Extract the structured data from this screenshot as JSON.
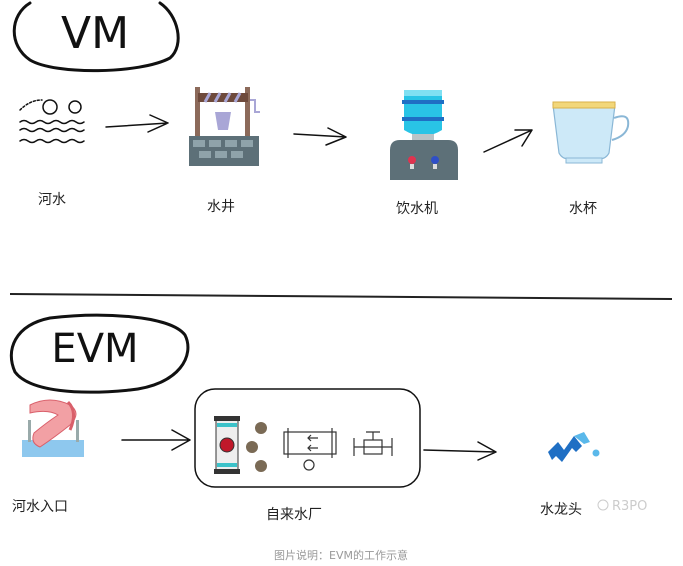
{
  "vm_section": {
    "title": "VM",
    "steps": [
      {
        "label": "河水",
        "icon": "wind-water-icon"
      },
      {
        "label": "水井",
        "icon": "water-well-icon"
      },
      {
        "label": "饮水机",
        "icon": "water-dispenser-icon"
      },
      {
        "label": "水杯",
        "icon": "cup-icon"
      }
    ]
  },
  "evm_section": {
    "title": "EVM",
    "steps": [
      {
        "label": "河水入口",
        "icon": "water-slide-icon"
      },
      {
        "label": "自来水厂",
        "icon": "water-plant-icon"
      },
      {
        "label": "水龙头",
        "icon": "faucet-icon"
      }
    ]
  },
  "watermark": "R3PO",
  "caption": "图片说明：EVM的工作示意",
  "colors": {
    "well_stone": "#5d7078",
    "dispenser_water": "#29c4e6",
    "cup_fill": "#cde9f8",
    "valve_red": "#c0182a",
    "faucet_blue": "#1f6fc4"
  }
}
